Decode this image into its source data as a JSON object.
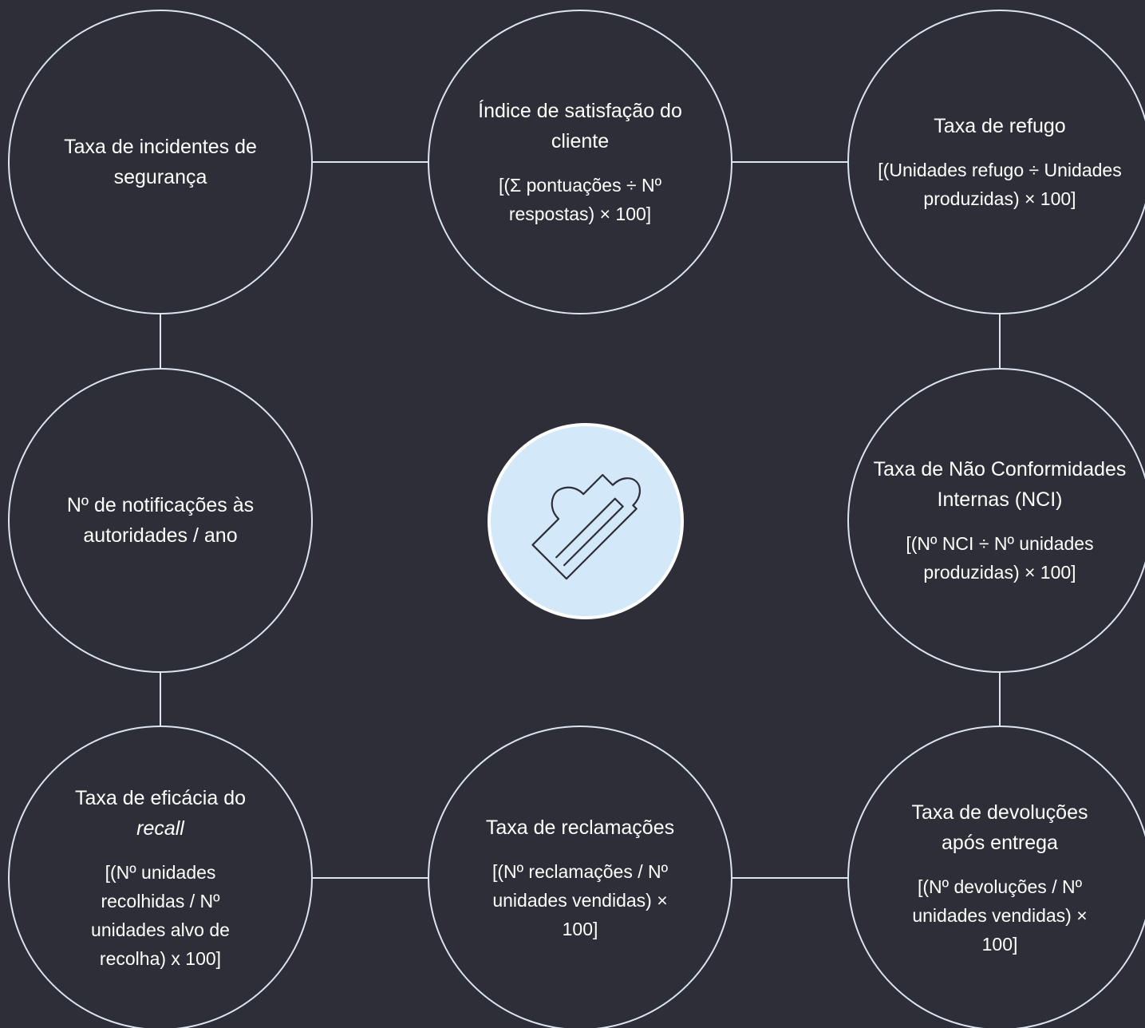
{
  "colors": {
    "background": "#2d2e38",
    "stroke": "#dbe4ef",
    "text": "#ffffff",
    "center_fill": "#d3e8f8",
    "center_icon": "#2d2e38"
  },
  "center": {
    "icon": "puzzle-piece-icon"
  },
  "nodes": {
    "safety": {
      "title": "Taxa de incidentes de segurança"
    },
    "satisfaction": {
      "title": "Índice de satisfação do cliente",
      "formula": "[(Σ pontuações ÷ Nº respostas) × 100]"
    },
    "scrap": {
      "title": "Taxa de refugo",
      "formula": "[(Unidades refugo ÷ Unidades produzidas) × 100]"
    },
    "notifications": {
      "title": "Nº de notificações às autoridades / ano"
    },
    "nci": {
      "title": "Taxa de Não Conformidades Internas (NCI)",
      "formula": "[(Nº NCI ÷ Nº unidades produzidas) × 100]"
    },
    "recall": {
      "title_prefix": "Taxa de eficácia do ",
      "title_emphasis": "recall",
      "formula": "[(Nº unidades recolhidas / Nº unidades alvo de recolha) x 100]"
    },
    "complaints": {
      "title": "Taxa de reclamações",
      "formula": "[(Nº reclamações / Nº unidades vendidas) × 100]"
    },
    "returns": {
      "title": "Taxa de devoluções após entrega",
      "formula": "[(Nº devoluções / Nº unidades vendidas) × 100]"
    }
  }
}
